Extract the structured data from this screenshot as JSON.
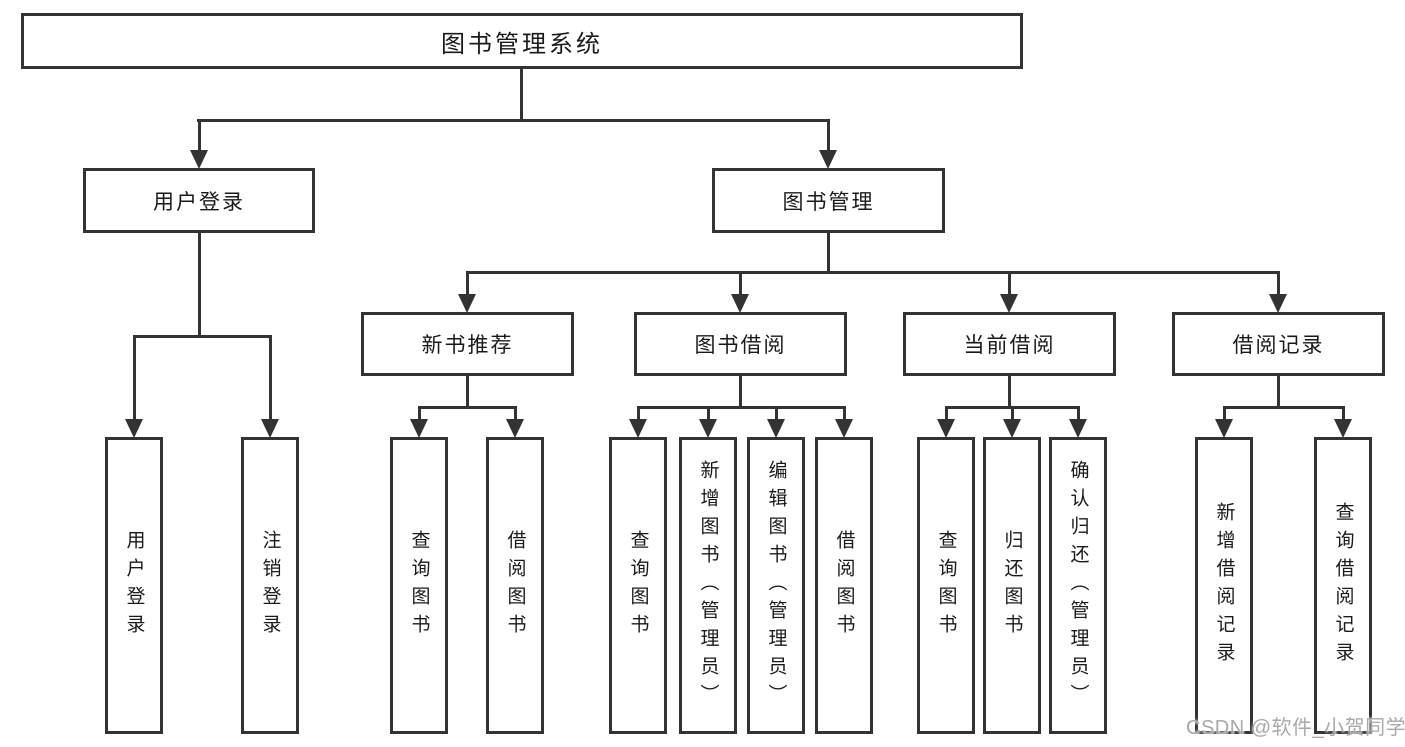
{
  "diagram": {
    "root": {
      "label": "图书管理系统"
    },
    "branches": [
      {
        "label": "用户登录",
        "children": [
          {
            "label": "用户登录"
          },
          {
            "label": "注销登录"
          }
        ]
      },
      {
        "label": "图书管理",
        "children": [
          {
            "label": "新书推荐",
            "children": [
              {
                "label": "查询图书"
              },
              {
                "label": "借阅图书"
              }
            ]
          },
          {
            "label": "图书借阅",
            "children": [
              {
                "label": "查询图书"
              },
              {
                "label": "新增图书（管理员）"
              },
              {
                "label": "编辑图书（管理员）"
              },
              {
                "label": "借阅图书"
              }
            ]
          },
          {
            "label": "当前借阅",
            "children": [
              {
                "label": "查询图书"
              },
              {
                "label": "归还图书"
              },
              {
                "label": "确认归还（管理员）"
              }
            ]
          },
          {
            "label": "借阅记录",
            "children": [
              {
                "label": "新增借阅记录"
              },
              {
                "label": "查询借阅记录"
              }
            ]
          }
        ]
      }
    ]
  },
  "watermark": {
    "text": "CSDN @软件_小贺同学"
  },
  "colors": {
    "line": "#333333",
    "background": "#ffffff",
    "text": "#1a1a1a",
    "watermark": "#a9a9a9"
  }
}
